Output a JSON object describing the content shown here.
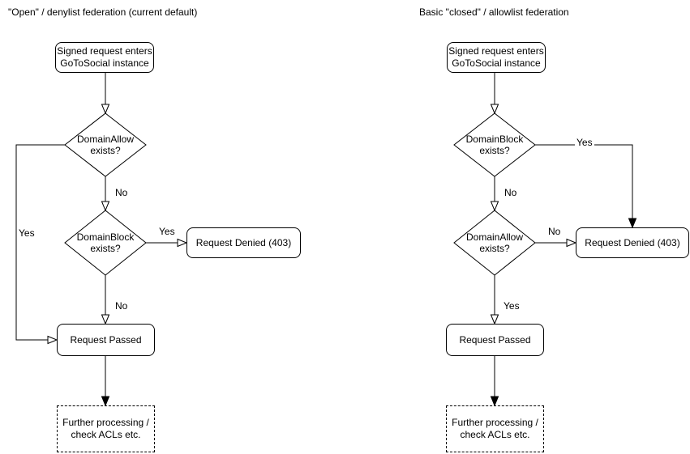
{
  "colors": {
    "background": "#ffffff",
    "stroke": "#000000",
    "text": "#000000"
  },
  "left": {
    "title": "\"Open\" / denylist federation (current default)",
    "nodes": {
      "start": "Signed request enters\nGoToSocial instance",
      "decision1": "DomainAllow\nexists?",
      "decision2": "DomainBlock\nexists?",
      "denied": "Request Denied (403)",
      "passed": "Request Passed",
      "further": "Further processing /\ncheck ACLs etc."
    },
    "edges": {
      "d1_yes": "Yes",
      "d1_no": "No",
      "d2_yes": "Yes",
      "d2_no": "No"
    }
  },
  "right": {
    "title": "Basic \"closed\" / allowlist federation",
    "nodes": {
      "start": "Signed request enters\nGoToSocial instance",
      "decision1": "DomainBlock\nexists?",
      "decision2": "DomainAllow\nexists?",
      "denied": "Request Denied (403)",
      "passed": "Request Passed",
      "further": "Further processing /\ncheck ACLs etc."
    },
    "edges": {
      "d1_yes": "Yes",
      "d1_no": "No",
      "d2_no": "No",
      "d2_yes": "Yes"
    }
  }
}
